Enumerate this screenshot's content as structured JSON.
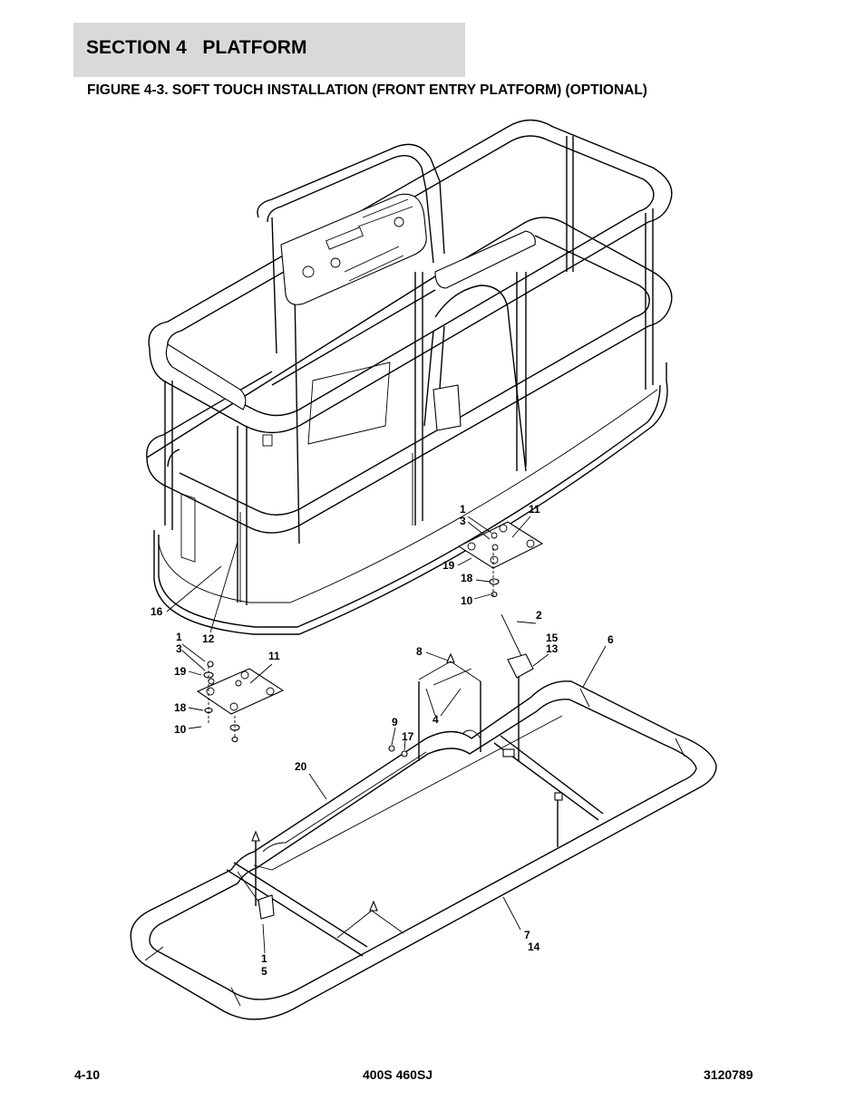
{
  "header": {
    "section_title": "SECTION 4   PLATFORM",
    "figure_title": "FIGURE 4-3. SOFT TOUCH INSTALLATION (FRONT ENTRY PLATFORM) (OPTIONAL)"
  },
  "callouts": {
    "c1a": "1",
    "c3a": "3",
    "c11a": "11",
    "c19a": "19",
    "c18a": "18",
    "c10a": "10",
    "c16": "16",
    "c12": "12",
    "c1b": "1",
    "c3b": "3",
    "c11b": "11",
    "c19b": "19",
    "c18b": "18",
    "c10b": "10",
    "c2": "2",
    "c15": "15",
    "c13": "13",
    "c6": "6",
    "c8": "8",
    "c4": "4",
    "c9": "9",
    "c17": "17",
    "c20": "20",
    "c7": "7",
    "c14": "14",
    "c1c": "1",
    "c5": "5"
  },
  "footer": {
    "page_number": "4-10",
    "model": "400S 460SJ",
    "doc_number": "3120789"
  }
}
